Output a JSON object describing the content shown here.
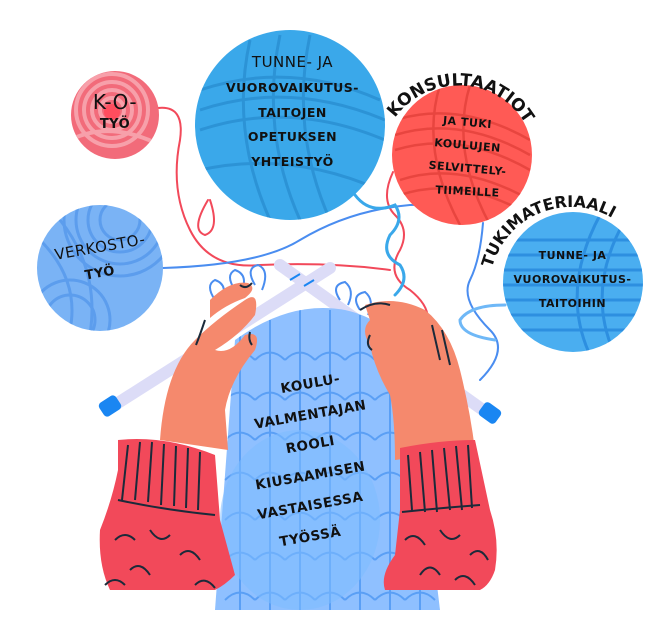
{
  "colors": {
    "pink_yarn": "#f26b7a",
    "pink_yarn_stripe": "#f7a0aa",
    "blue_big_yarn": "#3aa8ea",
    "blue_big_stripe": "#2c93d6",
    "red_yarn": "#ff5a55",
    "red_yarn_stripe": "#e8453f",
    "light_blue_yarn": "#7ab3f5",
    "light_blue_stripe": "#5c9ded",
    "tuki_yarn": "#4aaef0",
    "tuki_stripe": "#2d8fe0",
    "skin": "#f5896d",
    "sleeve": "#f2495a",
    "knit": "#8fc0ff",
    "knit_line": "#5a9ff5",
    "needle": "#dcdcf7",
    "needle_tip": "#1a86f2",
    "outline": "#1b2a3a"
  },
  "yarn_balls": [
    {
      "id": "koti",
      "lines": [
        "K-O-",
        "TYÖ"
      ]
    },
    {
      "id": "tunne",
      "lines": [
        "TUNNE- JA",
        "VUOROVAIKUTUS-",
        "TAITOJEN",
        "OPETUKSEN",
        "YHTEISTYÖ"
      ]
    },
    {
      "id": "konsultaatiot",
      "arc_title": "KONSULTAATIOT",
      "lines": [
        "JA TUKI",
        "KOULUJEN",
        "SELVITTELY-",
        "TIIMEILLE"
      ]
    },
    {
      "id": "verkosto",
      "lines": [
        "VERKOSTO-",
        "TYÖ"
      ]
    },
    {
      "id": "tukimateriaali",
      "arc_title": "TUKIMATERIAALI",
      "lines": [
        "TUNNE- JA",
        "VUOROVAIKUTUS-",
        "TAITOIHIN"
      ]
    }
  ],
  "center": {
    "lines": [
      "KOULU-",
      "VALMENTAJAN",
      "ROOLI",
      "KIUSAAMISEN",
      "VASTAISESSA",
      "TYÖSSÄ"
    ]
  }
}
